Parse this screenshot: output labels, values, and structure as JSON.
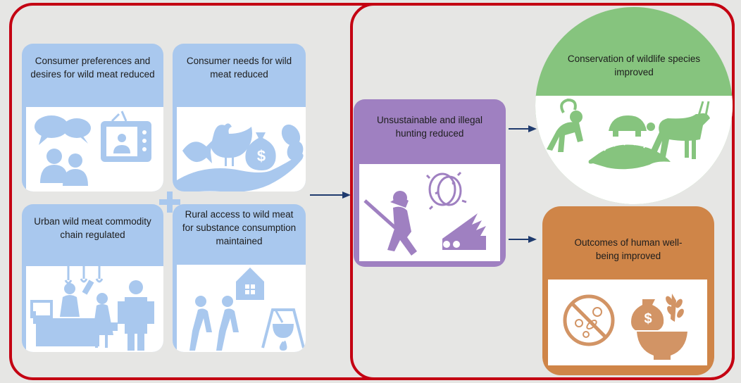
{
  "colors": {
    "frame": "#c40012",
    "drivers": "#a9c8ee",
    "drivers_icon": "#a9c8ee",
    "hunting": "#9f80c1",
    "hunting_icon": "#9f80c1",
    "conservation": "#86c47e",
    "conservation_icon": "#86c47e",
    "wellbeing": "#cf8548",
    "wellbeing_icon": "#d29465",
    "arrow": "#1f3b6e",
    "background": "#e6e6e4"
  },
  "drivers": {
    "preferences": {
      "label": "Consumer preferences and desires for wild meat reduced",
      "icons": [
        "people-talking-icon",
        "television-icon"
      ]
    },
    "needs": {
      "label": "Consumer needs for wild meat reduced",
      "icons": [
        "fish-icon",
        "chicken-icon",
        "money-bag-icon",
        "beans-icon",
        "open-hand-icon"
      ]
    },
    "urban": {
      "label": "Urban wild meat commodity chain regulated",
      "icons": [
        "market-stall-icon",
        "vendor-icon",
        "buyer-icon",
        "inspector-icon"
      ]
    },
    "rural": {
      "label": "Rural access to wild meat for substance consumption maintained",
      "icons": [
        "walking-people-icon",
        "house-icon",
        "cooking-pot-icon"
      ]
    },
    "plus_icon": "plus-icon"
  },
  "hunting": {
    "label": "Unsustainable and illegal hunting reduced",
    "icons": [
      "hunter-icon",
      "snare-wire-icon",
      "trap-icon"
    ]
  },
  "outcomes": {
    "conservation": {
      "label": "Conservation of wildlife species improved",
      "icons": [
        "monkey-icon",
        "tortoise-icon",
        "antelope-icon",
        "pangolin-icon"
      ]
    },
    "wellbeing": {
      "label": "Outcomes of human well-being improved",
      "icons": [
        "no-germs-icon",
        "money-food-icon"
      ]
    }
  }
}
